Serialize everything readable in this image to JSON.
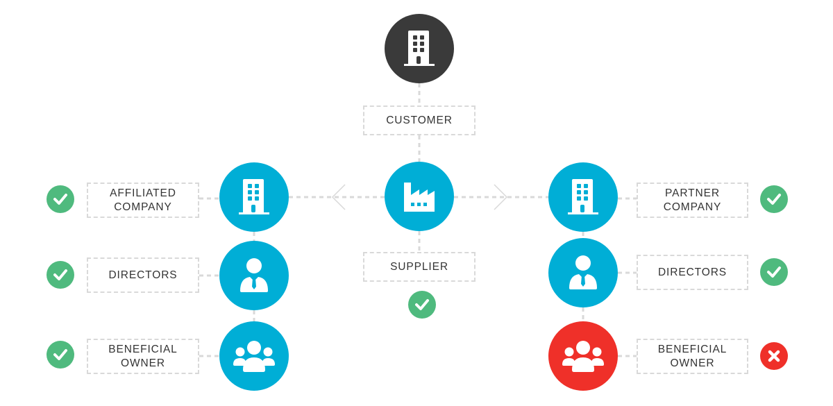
{
  "colors": {
    "customer_node": "#3a3a3a",
    "entity_node": "#00aed6",
    "flagged_node": "#ef3029",
    "status_ok": "#4fba7e",
    "status_fail": "#ef3029",
    "connector": "#d9d9d9",
    "label_text": "#333333"
  },
  "customer": {
    "label": "CUSTOMER",
    "icon": "building-icon"
  },
  "supplier": {
    "label": "SUPPLIER",
    "icon": "factory-icon",
    "status": "ok"
  },
  "left": {
    "items": [
      {
        "label_line1": "AFFILIATED",
        "label_line2": "COMPANY",
        "icon": "building-icon",
        "status": "ok"
      },
      {
        "label_line1": "DIRECTORS",
        "label_line2": "",
        "icon": "person-icon",
        "status": "ok"
      },
      {
        "label_line1": "BENEFICIAL",
        "label_line2": "OWNER",
        "icon": "group-icon",
        "status": "ok"
      }
    ]
  },
  "right": {
    "items": [
      {
        "label_line1": "PARTNER",
        "label_line2": "COMPANY",
        "icon": "building-icon",
        "status": "ok"
      },
      {
        "label_line1": "DIRECTORS",
        "label_line2": "",
        "icon": "person-icon",
        "status": "ok"
      },
      {
        "label_line1": "BENEFICIAL",
        "label_line2": "OWNER",
        "icon": "group-icon",
        "status": "fail"
      }
    ]
  }
}
